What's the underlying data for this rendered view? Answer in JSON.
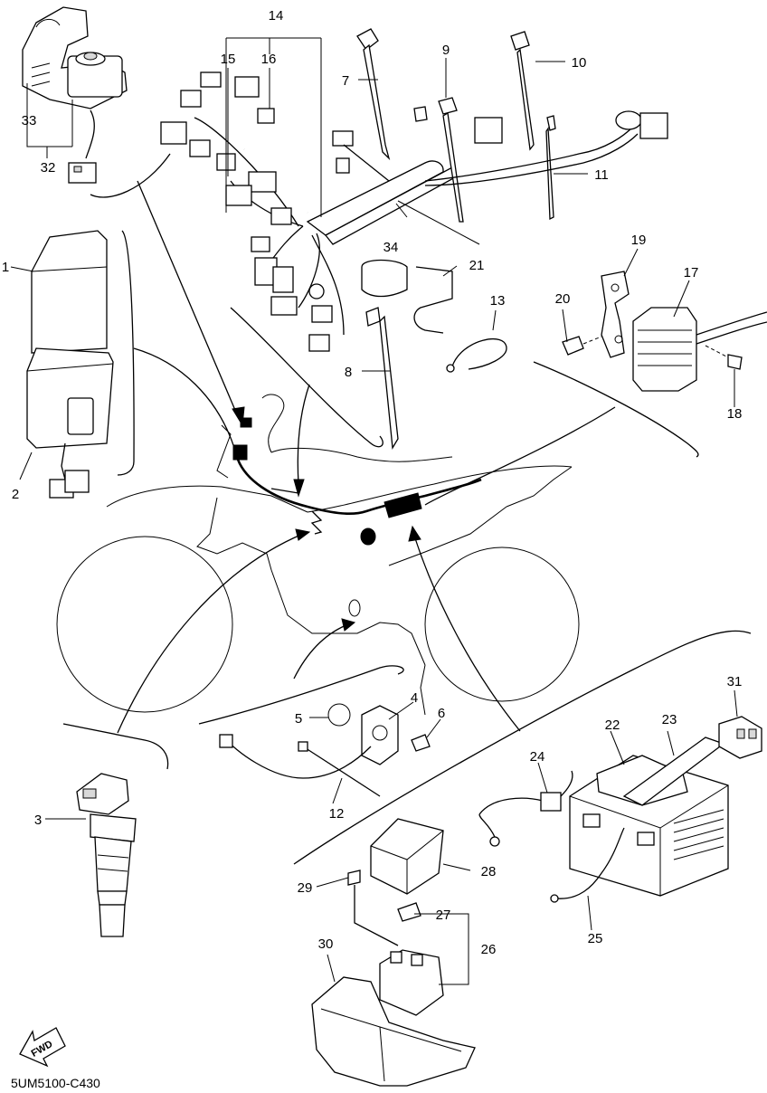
{
  "diagram_code": "5UM5100-C430",
  "direction_label": "FWD",
  "callouts": [
    {
      "id": "c1",
      "label": "1"
    },
    {
      "id": "c2",
      "label": "2"
    },
    {
      "id": "c3",
      "label": "3"
    },
    {
      "id": "c4",
      "label": "4"
    },
    {
      "id": "c5",
      "label": "5"
    },
    {
      "id": "c6",
      "label": "6"
    },
    {
      "id": "c7",
      "label": "7"
    },
    {
      "id": "c8",
      "label": "8"
    },
    {
      "id": "c9",
      "label": "9"
    },
    {
      "id": "c10",
      "label": "10"
    },
    {
      "id": "c11",
      "label": "11"
    },
    {
      "id": "c12",
      "label": "12"
    },
    {
      "id": "c13",
      "label": "13"
    },
    {
      "id": "c14",
      "label": "14"
    },
    {
      "id": "c15",
      "label": "15"
    },
    {
      "id": "c16",
      "label": "16"
    },
    {
      "id": "c17",
      "label": "17"
    },
    {
      "id": "c18",
      "label": "18"
    },
    {
      "id": "c19",
      "label": "19"
    },
    {
      "id": "c20",
      "label": "20"
    },
    {
      "id": "c21",
      "label": "21"
    },
    {
      "id": "c22",
      "label": "22"
    },
    {
      "id": "c23",
      "label": "23"
    },
    {
      "id": "c24",
      "label": "24"
    },
    {
      "id": "c25",
      "label": "25"
    },
    {
      "id": "c26",
      "label": "26"
    },
    {
      "id": "c27",
      "label": "27"
    },
    {
      "id": "c28",
      "label": "28"
    },
    {
      "id": "c29",
      "label": "29"
    },
    {
      "id": "c30",
      "label": "30"
    },
    {
      "id": "c31",
      "label": "31"
    },
    {
      "id": "c32",
      "label": "32"
    },
    {
      "id": "c33",
      "label": "33"
    },
    {
      "id": "c34",
      "label": "34"
    }
  ]
}
